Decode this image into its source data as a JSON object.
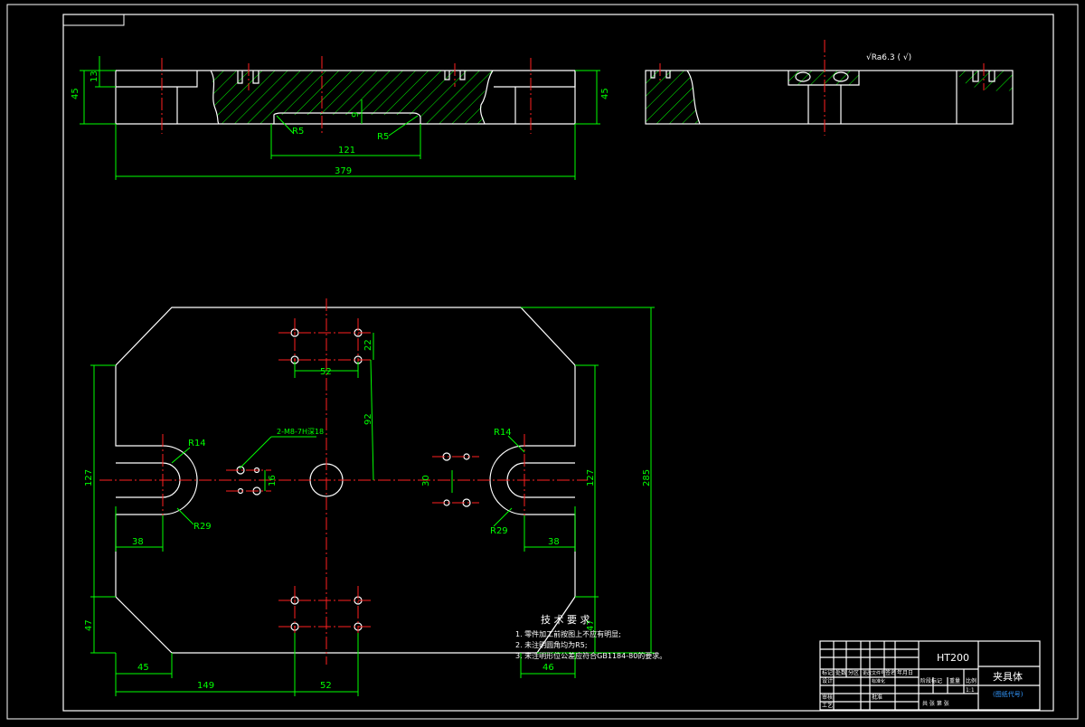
{
  "drawing": {
    "material": "HT200",
    "part_name": "夹具体",
    "part_subname": "(图纸代号)",
    "surface_finish": "√Ra6.3 ( √)"
  },
  "tech_requirements": {
    "title": "技 术 要 求",
    "items": [
      "1. 零件加工前按图上不应有明显;",
      "2. 未注明圆角均为R5;",
      "3. 未注明形位公差应符合GB1184-80的要求。"
    ]
  },
  "dimensions": {
    "front": {
      "d45_left": "45",
      "d13": "13",
      "d45_right": "45",
      "d9": "9",
      "r5_left": "R5",
      "r5_right": "R5",
      "d121": "121",
      "d379": "379"
    },
    "plan": {
      "d52_top": "52",
      "d22": "22",
      "d92": "92",
      "r14_left": "R14",
      "r14_right": "R14",
      "r29_left": "R29",
      "r29_right": "R29",
      "thread": "2-M8-7H深18",
      "d16": "16",
      "d30": "30",
      "d127_left": "127",
      "d127_right": "127",
      "d285": "285",
      "d38_left": "38",
      "d38_right": "38",
      "d47_left": "47",
      "d47_right": "47",
      "d45_bottom": "45",
      "d46_bottom": "46",
      "d149": "149",
      "d52_bottom": "52"
    }
  },
  "title_block": {
    "row_labels": [
      "标记",
      "处数",
      "分区",
      "更改文件号",
      "签名",
      "年月日"
    ],
    "design": "设计",
    "standardize": "标准化",
    "audit": "审核",
    "craft": "工艺",
    "approve": "批准",
    "stage_mark": "阶段标记",
    "weight": "重量",
    "ratio": "比例",
    "ratio_value": "1:1",
    "sheets": "共 张 第 张"
  },
  "colors": {
    "outline": "#ffffff",
    "dimension": "#00ff00",
    "centerline": "#ff2020"
  }
}
